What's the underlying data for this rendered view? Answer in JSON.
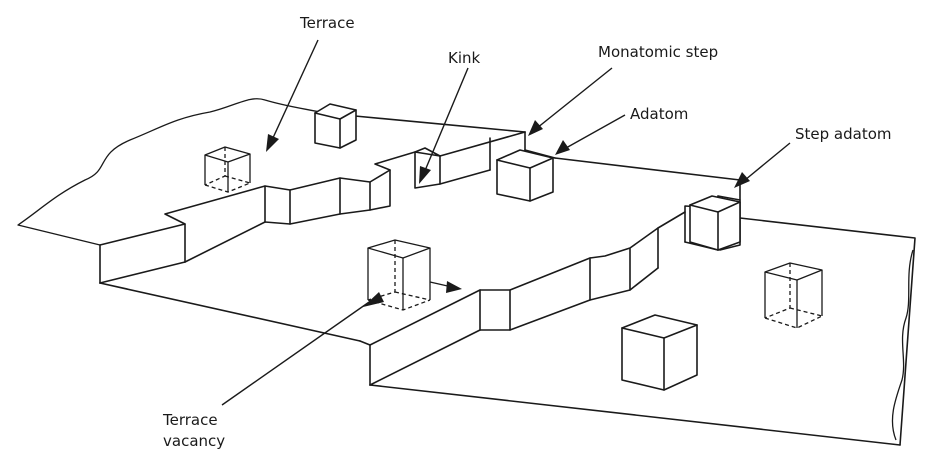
{
  "labels": {
    "terrace": "Terrace",
    "kink": "Kink",
    "monatomic_step": "Monatomic step",
    "adatom": "Adatom",
    "step_adatom": "Step adatom",
    "terrace_vacancy_line1": "Terrace",
    "terrace_vacancy_line2": "vacancy"
  },
  "colors": {
    "ink": "#1a1a1a",
    "background": "#ffffff"
  }
}
